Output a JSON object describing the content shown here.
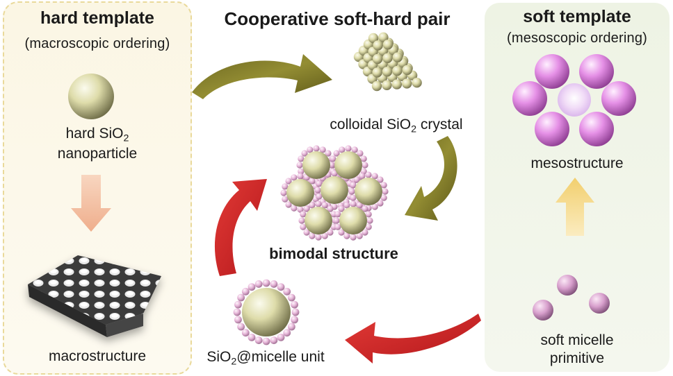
{
  "left": {
    "title": "hard template",
    "subtitle": "(macroscopic ordering)",
    "particle_label_a": "hard SiO",
    "particle_label_sub": "2",
    "particle_label_b": "nanoparticle",
    "bottom_label": "macrostructure"
  },
  "center": {
    "title": "Cooperative soft-hard pair",
    "crystal_label_a": "colloidal SiO",
    "crystal_label_sub": "2",
    "crystal_label_b": " crystal",
    "bimodal_label": "bimodal structure",
    "unit_label_a": "SiO",
    "unit_label_sub": "2",
    "unit_label_b": "@micelle unit"
  },
  "right": {
    "title": "soft template",
    "subtitle": "(mesoscopic ordering)",
    "meso_label": "mesostructure",
    "micelle_label_a": "soft micelle",
    "micelle_label_b": "primitive"
  },
  "colors": {
    "hard_sphere": "#dedcaa",
    "micelle": "#e590e6",
    "olive_arrow": "#8a8428",
    "red_arrow": "#d52a2a",
    "peach_arrow": "#f3c2a3",
    "yellow_arrow": "#f6de99"
  }
}
